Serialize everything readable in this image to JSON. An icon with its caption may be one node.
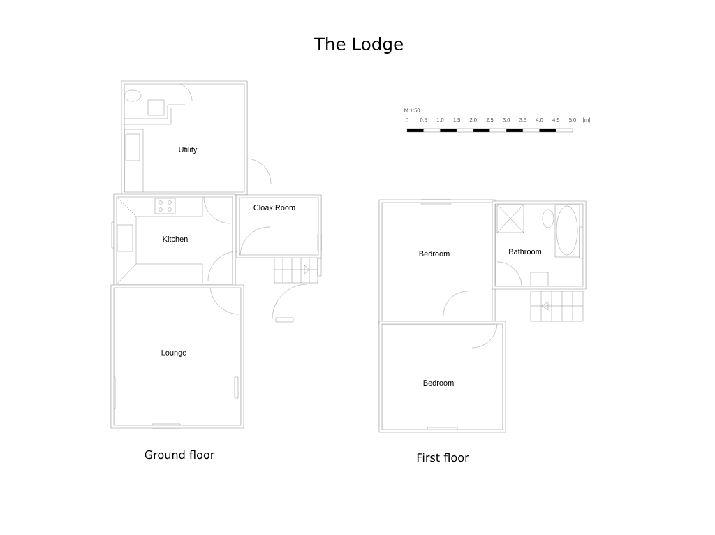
{
  "diagram": {
    "title": "The Lodge",
    "nodes": [
      {
        "text": [
          "Utility"
        ]
      },
      {
        "text": [
          "Kitchen"
        ]
      },
      {
        "text": [
          "Cloak Room"
        ]
      },
      {
        "text": [
          "Lounge"
        ]
      },
      {
        "text": [
          "Bedroom"
        ]
      },
      {
        "text": [
          "Bathroom"
        ]
      },
      {
        "text": [
          "Bedroom"
        ]
      }
    ],
    "edges": [],
    "labels": [
      "M 1:50",
      "0",
      "0,5",
      "1,0",
      "1,5",
      "2,0",
      "2,5",
      "3,0",
      "3,5",
      "4,0",
      "4,5",
      "5,0",
      "[m]",
      "Ground floor",
      "First floor"
    ]
  }
}
